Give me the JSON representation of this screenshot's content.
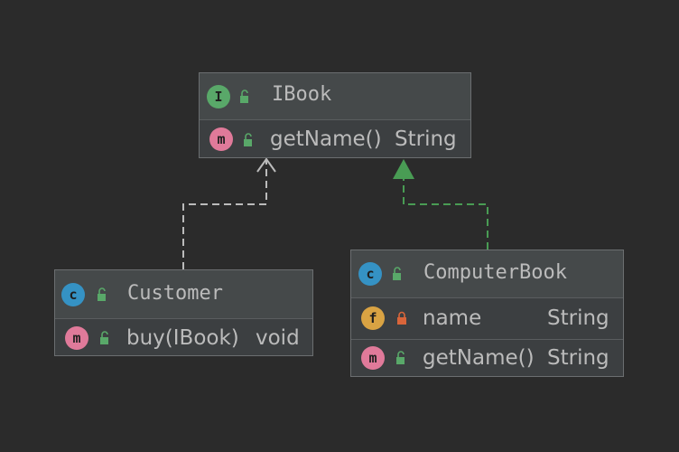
{
  "diagram": {
    "ibook": {
      "kind_letter": "I",
      "name": "IBook",
      "members": [
        {
          "kind_letter": "m",
          "signature": "getName()",
          "type": "String"
        }
      ]
    },
    "customer": {
      "kind_letter": "c",
      "name": "Customer",
      "members": [
        {
          "kind_letter": "m",
          "signature": "buy(IBook)",
          "type": "void"
        }
      ]
    },
    "computerbook": {
      "kind_letter": "c",
      "name": "ComputerBook",
      "fields": [
        {
          "kind_letter": "f",
          "name": "name",
          "type": "String"
        }
      ],
      "members": [
        {
          "kind_letter": "m",
          "signature": "getName()",
          "type": "String"
        }
      ]
    },
    "edges": [
      {
        "from": "Customer",
        "to": "IBook",
        "style": "dependency"
      },
      {
        "from": "ComputerBook",
        "to": "IBook",
        "style": "realization"
      }
    ],
    "colors": {
      "background": "#2b2b2b",
      "box": "#3c3f41",
      "dependency_line": "#bbbbbb",
      "realization_line": "#499c54",
      "public_icon": "#59a869",
      "private_icon": "#d9653a"
    }
  }
}
